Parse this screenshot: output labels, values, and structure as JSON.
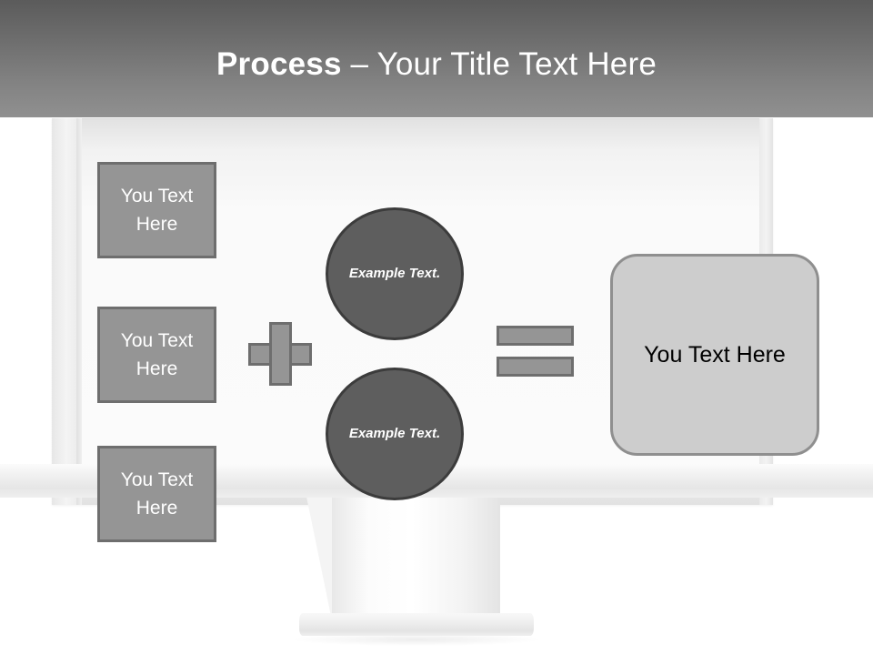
{
  "slide": {
    "title": {
      "emphasis": "Process",
      "rest": " – Your Title Text Here"
    }
  },
  "colors": {
    "header_top": "#5b5b5b",
    "header_bottom": "#909090",
    "box_fill": "#959595",
    "box_border": "#6e6e6e",
    "circle_fill": "#5e5e5e",
    "circle_border": "#3c3c3c",
    "result_fill": "#cdcdcd",
    "result_border": "#8f8f8f",
    "screen_fill": "#fbfbfb",
    "title_text": "#ffffff"
  },
  "diagram": {
    "input_boxes": [
      {
        "label": "You Text Here"
      },
      {
        "label": "You Text Here"
      },
      {
        "label": "You Text Here"
      }
    ],
    "operator_plus": "+",
    "circles": [
      {
        "label": "Example Text."
      },
      {
        "label": "Example Text."
      }
    ],
    "operator_equals": "=",
    "result": {
      "label": "You Text Here"
    }
  }
}
